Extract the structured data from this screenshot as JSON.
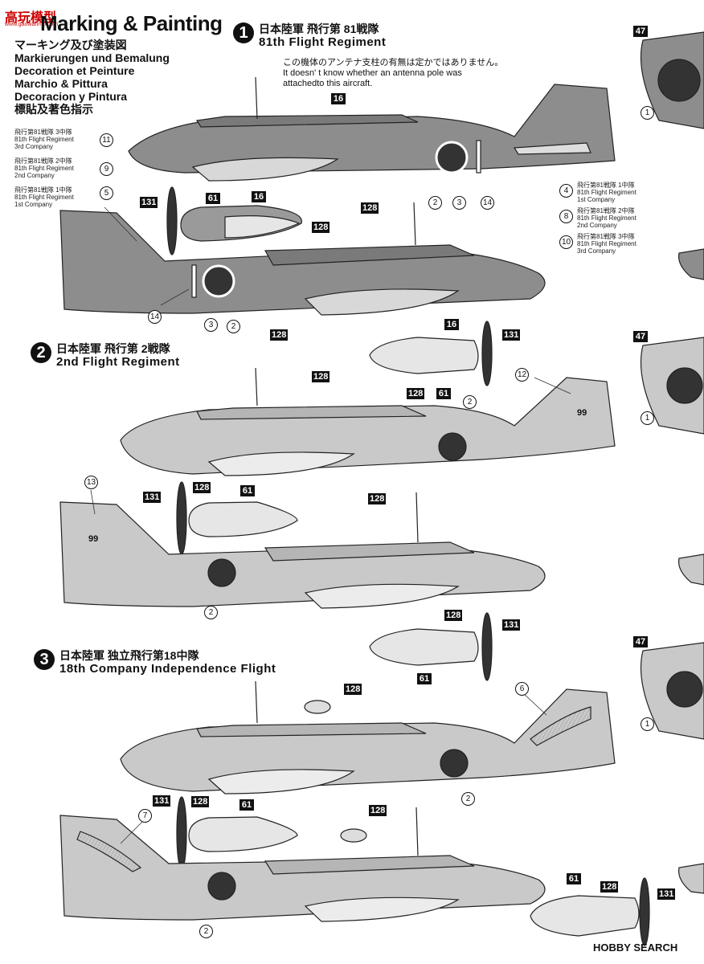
{
  "header": {
    "watermark_logo": "高玩模型",
    "watermark_url": "www.gaowanmo.com",
    "title": "Marking & Painting",
    "languages": [
      "マーキング及び塗装図",
      "Markierungen und Bemalung",
      "Decoration et Peinture",
      "Marchio & Pittura",
      "Decoracion y Pintura",
      "標貼及著色指示"
    ]
  },
  "sections": [
    {
      "number": "1",
      "title_jp": "日本陸軍 飛行第 81戦隊",
      "title_en": "81th Flight Regiment"
    },
    {
      "number": "2",
      "title_jp": "日本陸軍 飛行第 2戦隊",
      "title_en": "2nd Flight Regiment"
    },
    {
      "number": "3",
      "title_jp": "日本陸軍 独立飛行第18中隊",
      "title_en": "18th Company Independence Flight"
    }
  ],
  "antenna_note": {
    "jp": "この機体のアンテナ支柱の有無は定かではありません。",
    "en1": "It doesn' t know whether an antenna pole was",
    "en2": "attachedto this aircraft."
  },
  "company_notes_left": [
    {
      "num": "11",
      "jp": "飛行第81戦隊 3中隊",
      "en1": "81th Flight Regiment",
      "en2": "3rd Company"
    },
    {
      "num": "9",
      "jp": "飛行第81戦隊 2中隊",
      "en1": "81th Flight Regiment",
      "en2": "2nd Company"
    },
    {
      "num": "5",
      "jp": "飛行第81戦隊 1中隊",
      "en1": "81th Flight Regiment",
      "en2": "1st Company"
    }
  ],
  "company_notes_right": [
    {
      "num": "4",
      "jp": "飛行第81戦隊 1中隊",
      "en1": "81th Flight Regiment",
      "en2": "1st Company"
    },
    {
      "num": "8",
      "jp": "飛行第81戦隊 2中隊",
      "en1": "81th Flight Regiment",
      "en2": "2nd Company"
    },
    {
      "num": "10",
      "jp": "飛行第81戦隊 3中隊",
      "en1": "81th Flight Regiment",
      "en2": "3rd Company"
    }
  ],
  "paint_codes": {
    "c16": "16",
    "c128": "128",
    "c131": "131",
    "c61": "61",
    "c47": "47"
  },
  "decal_numbers": {
    "d1": "1",
    "d2": "2",
    "d3": "3",
    "d6": "6",
    "d7": "7",
    "d12": "12",
    "d13": "13",
    "d14": "14"
  },
  "tail_code": "99",
  "footer_watermark": "HOBBY SEARCH"
}
